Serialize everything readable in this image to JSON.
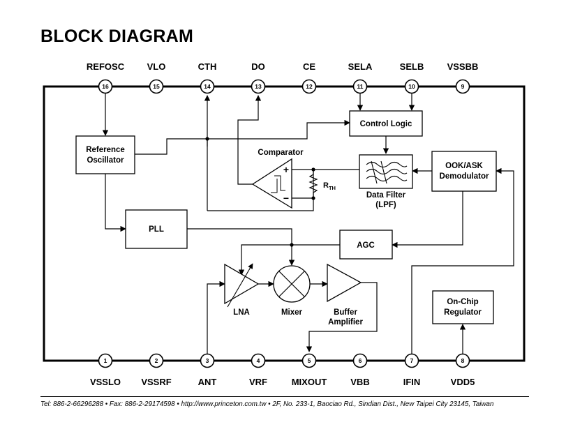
{
  "title": "BLOCK DIAGRAM",
  "pins_top": [
    {
      "label": "REFOSC",
      "num": "16"
    },
    {
      "label": "VLO",
      "num": "15"
    },
    {
      "label": "CTH",
      "num": "14"
    },
    {
      "label": "DO",
      "num": "13"
    },
    {
      "label": "CE",
      "num": "12"
    },
    {
      "label": "SELA",
      "num": "11"
    },
    {
      "label": "SELB",
      "num": "10"
    },
    {
      "label": "VSSBB",
      "num": "9"
    }
  ],
  "pins_bottom": [
    {
      "label": "VSSLO",
      "num": "1"
    },
    {
      "label": "VSSRF",
      "num": "2"
    },
    {
      "label": "ANT",
      "num": "3"
    },
    {
      "label": "VRF",
      "num": "4"
    },
    {
      "label": "MIXOUT",
      "num": "5"
    },
    {
      "label": "VBB",
      "num": "6"
    },
    {
      "label": "IFIN",
      "num": "7"
    },
    {
      "label": "VDD5",
      "num": "8"
    }
  ],
  "blocks": {
    "control_logic": "Control Logic",
    "ref_osc_1": "Reference",
    "ref_osc_2": "Oscillator",
    "comparator": "Comparator",
    "rth": "R",
    "rth_sub": "TH",
    "data_filter_1": "Data Filter",
    "data_filter_2": "(LPF)",
    "ook_1": "OOK/ASK",
    "ook_2": "Demodulator",
    "pll": "PLL",
    "agc": "AGC",
    "lna": "LNA",
    "mixer": "Mixer",
    "buffer_1": "Buffer",
    "buffer_2": "Amplifier",
    "regulator_1": "On-Chip",
    "regulator_2": "Regulator",
    "comp_plus": "+",
    "comp_minus": "−"
  },
  "footer": "Tel: 886-2-66296288 • Fax: 886-2-29174598 • http://www.princeton.com.tw • 2F, No. 233-1, Baociao Rd., Sindian Dist., New  Taipei City 23145, Taiwan"
}
